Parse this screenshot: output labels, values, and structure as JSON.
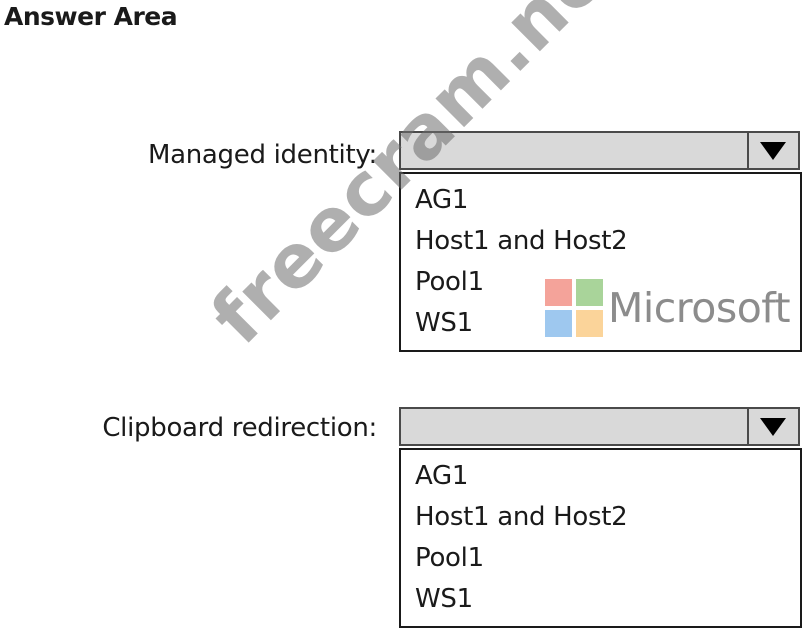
{
  "header": {
    "title": "Answer Area"
  },
  "questions": [
    {
      "label": "Managed identity:",
      "selected": "",
      "options": [
        "AG1",
        "Host1 and Host2",
        "Pool1",
        "WS1"
      ]
    },
    {
      "label": "Clipboard redirection:",
      "selected": "",
      "options": [
        "AG1",
        "Host1 and Host2",
        "Pool1",
        "WS1"
      ]
    }
  ],
  "watermark": {
    "site": "freecram.net",
    "brand": "Microsoft",
    "logo_colors": [
      "#f25022",
      "#7fba00",
      "#00a4ef",
      "#ffb900"
    ]
  },
  "icons": {
    "dropdown": "triangle-down-icon"
  },
  "colors": {
    "select_fill": "#d9d9d9",
    "border": "#4a4a4a",
    "text": "#1a1a1a"
  }
}
